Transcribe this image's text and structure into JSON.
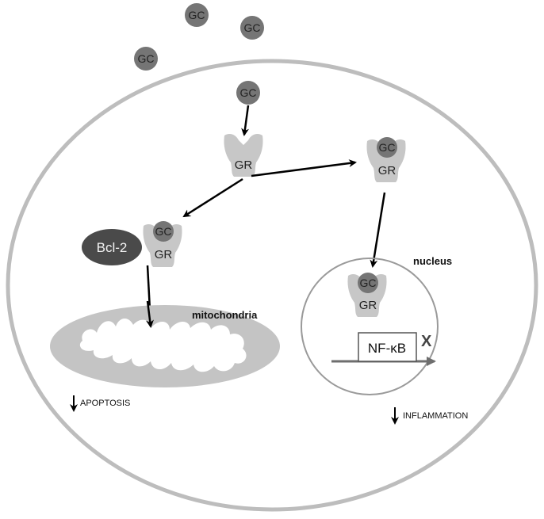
{
  "labels": {
    "gc": "GC",
    "gr": "GR",
    "bcl2": "Bcl-2",
    "mitochondria": "mitochondria",
    "nucleus": "nucleus",
    "nfkb": "NF-κB",
    "inhibit_mark": "X",
    "apoptosis": "APOPTOSIS",
    "inflammation": "INFLAMMATION"
  },
  "colors": {
    "cell_membrane": "#bdbdbd",
    "gc_molecule": "#757575",
    "receptor": "#c7c7c7",
    "bcl2": "#4a4a4a",
    "mitochondria_outer": "#c4c4c4",
    "arrow": "#000000",
    "dna_line": "#6e6e6e"
  }
}
